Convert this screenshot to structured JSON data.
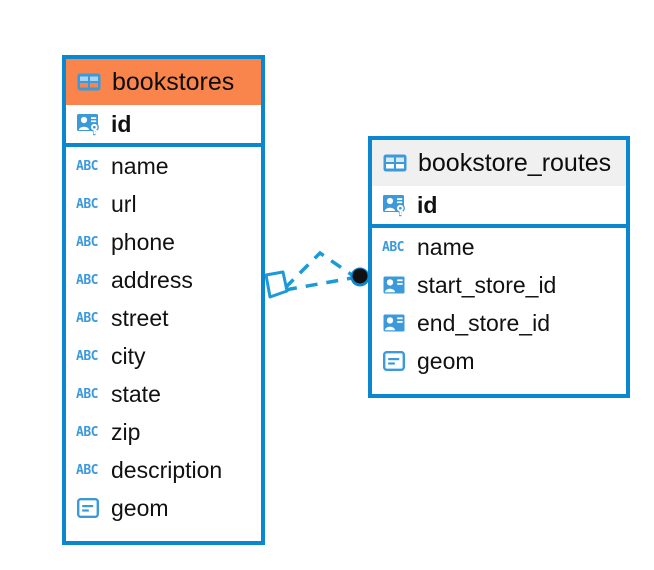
{
  "diagram": {
    "type": "entity-relationship-diagram",
    "background_color": "#ffffff",
    "accent_color": "#0b87d0",
    "highlight_color": "#f9854c",
    "neutral_header_color": "#f0f0f0",
    "abc_icon_label": "ABC"
  },
  "entities": [
    {
      "name": "bookstores",
      "header_style": "accent",
      "table_icon": "table-icon",
      "fields": [
        {
          "name": "id",
          "icon": "primary-key-icon",
          "bold": true,
          "key": "primary"
        },
        {
          "name": "name",
          "icon": "text-abc-icon",
          "bold": false,
          "key": "none"
        },
        {
          "name": "url",
          "icon": "text-abc-icon",
          "bold": false,
          "key": "none"
        },
        {
          "name": "phone",
          "icon": "text-abc-icon",
          "bold": false,
          "key": "none"
        },
        {
          "name": "address",
          "icon": "text-abc-icon",
          "bold": false,
          "key": "none"
        },
        {
          "name": "street",
          "icon": "text-abc-icon",
          "bold": false,
          "key": "none"
        },
        {
          "name": "city",
          "icon": "text-abc-icon",
          "bold": false,
          "key": "none"
        },
        {
          "name": "state",
          "icon": "text-abc-icon",
          "bold": false,
          "key": "none"
        },
        {
          "name": "zip",
          "icon": "text-abc-icon",
          "bold": false,
          "key": "none"
        },
        {
          "name": "description",
          "icon": "text-abc-icon",
          "bold": false,
          "key": "none"
        },
        {
          "name": "geom",
          "icon": "geometry-icon",
          "bold": false,
          "key": "none"
        }
      ]
    },
    {
      "name": "bookstore_routes",
      "header_style": "neutral",
      "table_icon": "table-icon",
      "fields": [
        {
          "name": "id",
          "icon": "primary-key-icon",
          "bold": true,
          "key": "primary"
        },
        {
          "name": "name",
          "icon": "text-abc-icon",
          "bold": false,
          "key": "none"
        },
        {
          "name": "start_store_id",
          "icon": "foreign-key-icon",
          "bold": false,
          "key": "foreign"
        },
        {
          "name": "end_store_id",
          "icon": "foreign-key-icon",
          "bold": false,
          "key": "foreign"
        },
        {
          "name": "geom",
          "icon": "geometry-icon",
          "bold": false,
          "key": "none"
        }
      ]
    }
  ],
  "relationships": [
    {
      "from_entity": "bookstore_routes",
      "from_field": "start_store_id",
      "to_entity": "bookstores",
      "to_field": "id",
      "line_style": "dashed",
      "source_endpoint": "filled-circle",
      "target_endpoint": "diamond"
    },
    {
      "from_entity": "bookstore_routes",
      "from_field": "end_store_id",
      "to_entity": "bookstores",
      "to_field": "id",
      "line_style": "dashed",
      "source_endpoint": "filled-circle",
      "target_endpoint": "diamond"
    }
  ]
}
